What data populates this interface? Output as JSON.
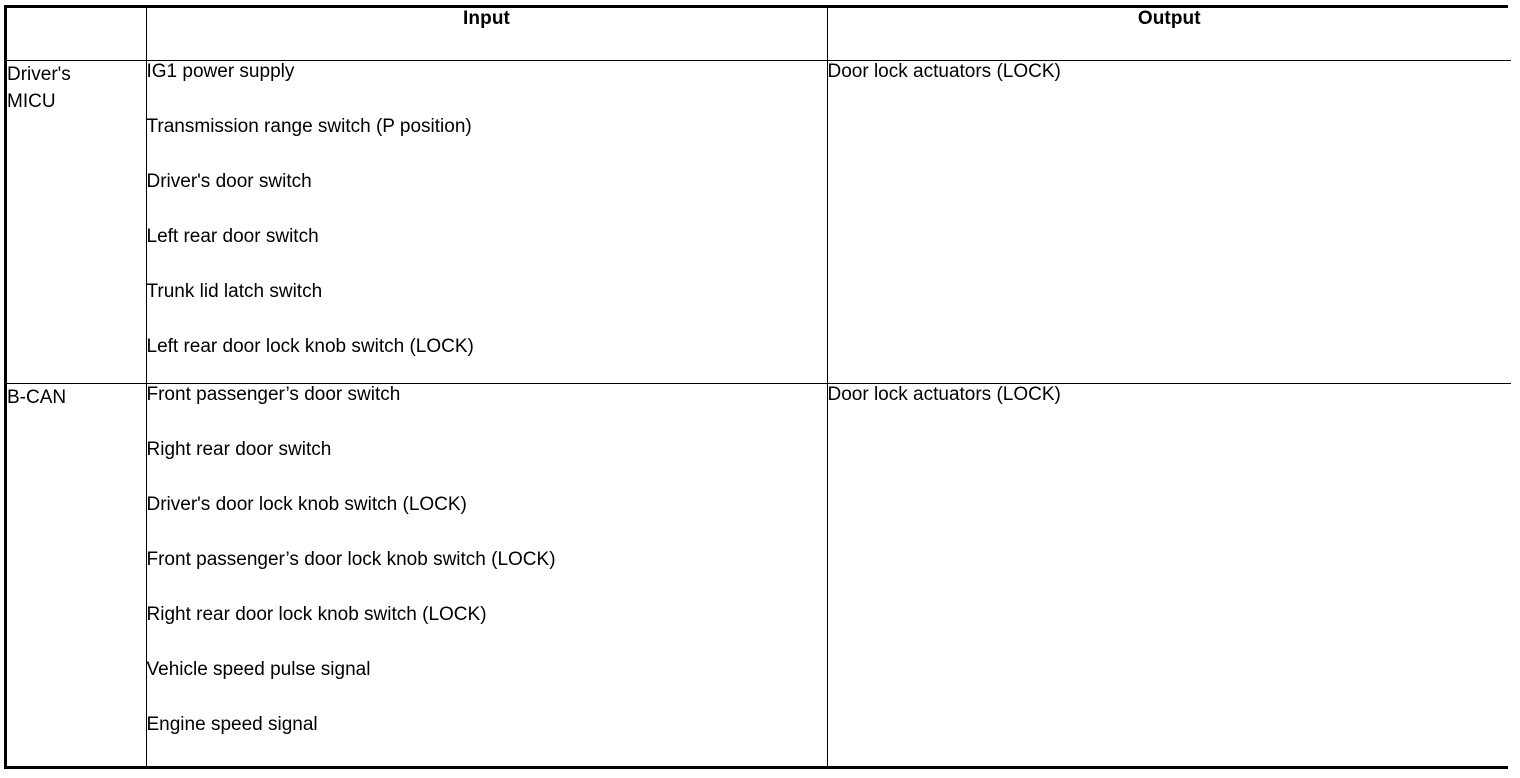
{
  "table": {
    "header": {
      "group_label": "",
      "input_label": "Input",
      "output_label": "Output"
    },
    "columns": [
      "",
      "Input",
      "Output"
    ],
    "rows": [
      {
        "group": "Driver's\nMICU",
        "inputs": [
          "IG1 power supply",
          "Transmission range switch (P position)",
          "Driver's door switch",
          "Left rear door switch",
          "Trunk lid latch switch",
          "Left rear door lock knob switch (LOCK)"
        ],
        "outputs": [
          "Door lock actuators (LOCK)"
        ]
      },
      {
        "group": "B-CAN",
        "inputs": [
          "Front passenger’s door switch",
          "Right rear door switch",
          "Driver's door lock knob switch (LOCK)",
          "Front passenger’s door lock knob switch (LOCK)",
          "Right rear door lock knob switch (LOCK)",
          "Vehicle speed pulse signal",
          "Engine speed signal"
        ],
        "outputs": [
          "Door lock actuators (LOCK)"
        ]
      }
    ]
  },
  "colors": {
    "border": "#000000",
    "text": "#000000",
    "background": "#ffffff"
  }
}
